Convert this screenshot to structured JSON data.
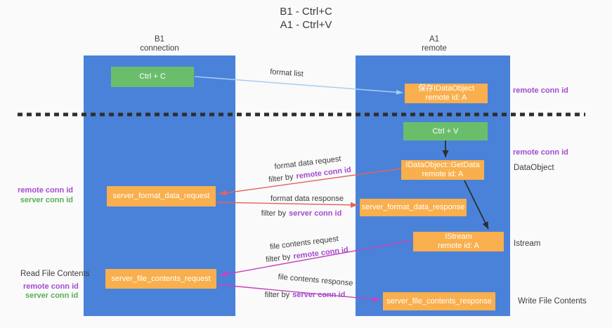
{
  "title": {
    "line1": "B1 - Ctrl+C",
    "line2": "A1 - Ctrl+V"
  },
  "lanes": [
    {
      "name": "B1",
      "subtitle": "connection"
    },
    {
      "name": "A1",
      "subtitle": "remote"
    }
  ],
  "boxes": {
    "ctrl_c": {
      "label": "Ctrl + C"
    },
    "save_idataobject": {
      "line1": "保存IDataObject",
      "line2": "remote id: A"
    },
    "ctrl_v": {
      "label": "Ctrl + V"
    },
    "getdata": {
      "line1": "IDataObject::GetData",
      "line2": "remote id: A"
    },
    "format_request": {
      "label": "server_format_data_request"
    },
    "format_response": {
      "label": "server_format_data_response"
    },
    "istream": {
      "line1": "IStream",
      "line2": "remote id: A"
    },
    "file_request": {
      "label": "server_file_contents_request"
    },
    "file_response": {
      "label": "server_file_contents_response"
    }
  },
  "arrow_labels": {
    "format_list": "format list",
    "format_data_request": "format data request",
    "format_data_response": "format data response",
    "file_contents_request": "file contents request",
    "file_contents_response": "file contents response",
    "filter_by": "filter by",
    "remote_conn_id": "remote conn id",
    "server_conn_id": "server conn id"
  },
  "annotations": {
    "right_remote_top": "remote conn id",
    "right_remote_mid": "remote conn id",
    "dataobject": "DataObject",
    "istream": "Istream",
    "write_file_contents": "Write File Contents",
    "left_remote_mid": "remote conn id",
    "left_server_mid": "server conn id",
    "read_file_contents": "Read File Contents",
    "left_remote_bottom": "remote conn id",
    "left_server_bottom": "server conn id"
  },
  "colors": {
    "lane_blue": "#4a82d9",
    "box_green": "#6abe6b",
    "box_orange": "#f9af4d",
    "arrow_red": "#e4635c",
    "arrow_magenta": "#c743bd",
    "arrow_lightblue": "#a9cdf0",
    "arrow_black": "#2e2e2e",
    "text_purple": "#a44bcd",
    "text_green": "#57ae57",
    "text_dark": "#3d3d3d",
    "background": "#fafafa"
  }
}
